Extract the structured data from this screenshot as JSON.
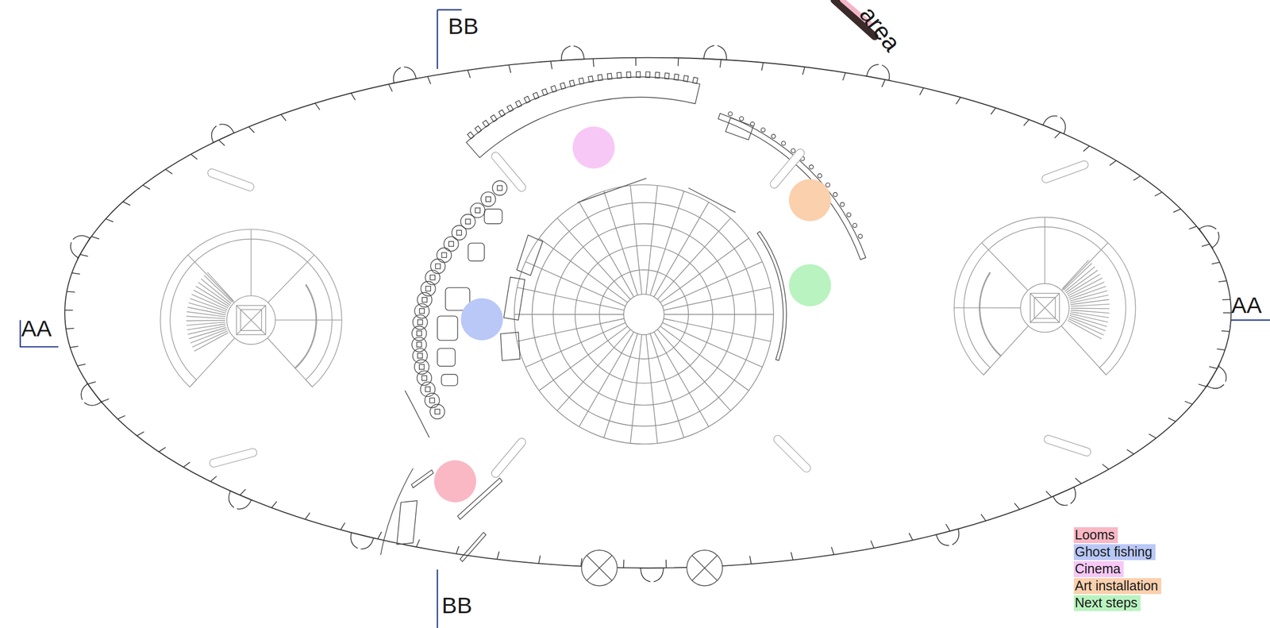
{
  "diagram": {
    "labels": [
      "area",
      "BB",
      "AA",
      "AA",
      "BB"
    ],
    "legend": [
      {
        "text": "Looms",
        "color": "#f9b8c4"
      },
      {
        "text": "Ghost fishing",
        "color": "#b9c8f7"
      },
      {
        "text": "Cinema",
        "color": "#f7c8f5"
      },
      {
        "text": "Art installation",
        "color": "#fbd0ad"
      },
      {
        "text": "Next steps",
        "color": "#b9f3bf"
      }
    ]
  }
}
